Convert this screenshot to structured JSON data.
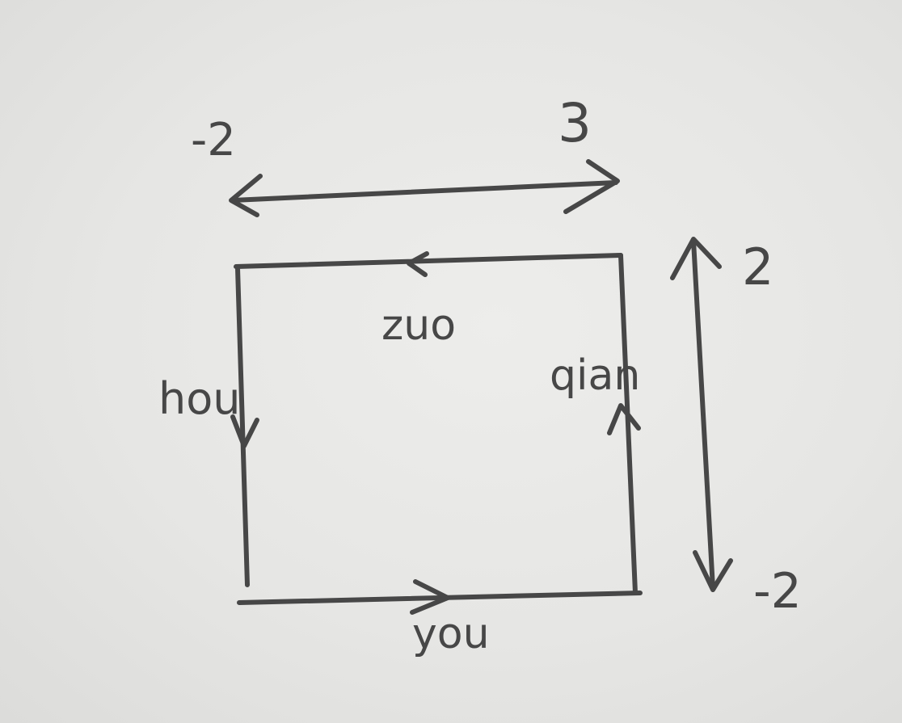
{
  "horizontal_range": {
    "min_label": "-2",
    "max_label": "3"
  },
  "vertical_range": {
    "max_label": "2",
    "min_label": "-2"
  },
  "edges": {
    "top": "zuo",
    "right": "qian",
    "bottom": "you",
    "left": "hou"
  },
  "colors": {
    "paper": "#e8e8e6",
    "ink": "#474747"
  }
}
